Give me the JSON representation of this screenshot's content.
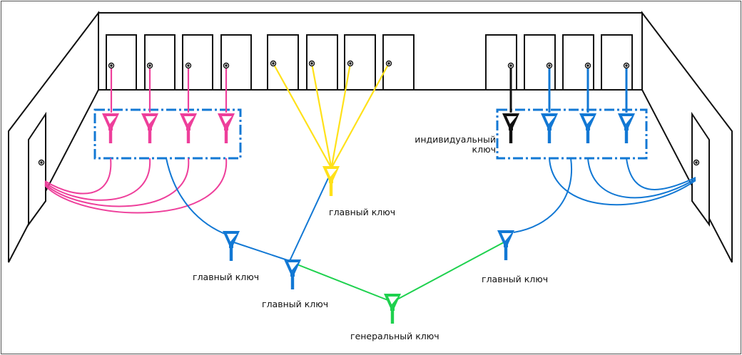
{
  "labels": {
    "individual_key_line1": "индивидуальный",
    "individual_key_line2": "ключ",
    "master_key_yellow": "главный ключ",
    "master_key_left": "главный ключ",
    "master_key_center": "главный ключ",
    "master_key_right": "главный ключ",
    "grand_master_key": "генеральный ключ"
  },
  "colors": {
    "pink": "#ee3f9b",
    "yellow": "#ffe11a",
    "blue": "#1278d4",
    "green": "#1ed14e",
    "black": "#111111"
  }
}
